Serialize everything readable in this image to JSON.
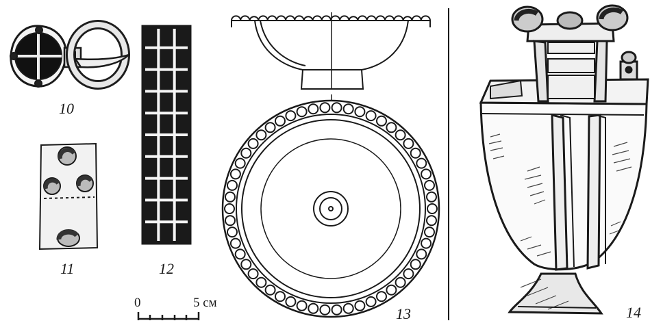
{
  "figures": [
    {
      "number": "10"
    },
    {
      "number": "11"
    },
    {
      "number": "12"
    },
    {
      "number": "13"
    },
    {
      "number": "14"
    }
  ],
  "scale_bar": {
    "zero_label": "0",
    "end_label": "5 см"
  }
}
